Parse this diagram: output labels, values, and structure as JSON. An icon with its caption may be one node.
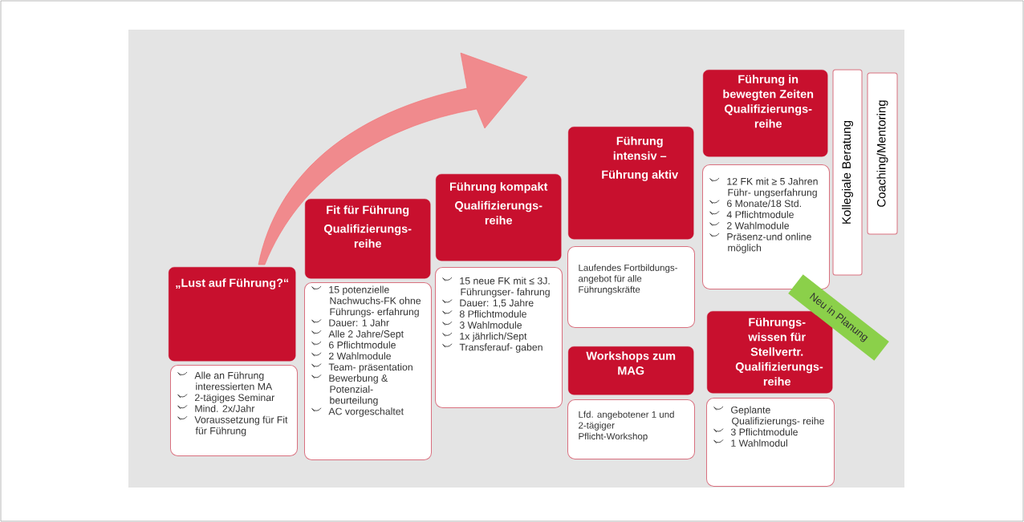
{
  "diagram": {
    "nodes": [
      {
        "text": [
          "„Lust auf Führung?“"
        ]
      },
      {
        "text": [
          "Alle an Führung interessierten MA",
          "2-tägiges Seminar",
          "Mind. 2x/Jahr",
          "Voraussetzung für Fit für Führung"
        ]
      },
      {
        "text": [
          "Fit für Führung",
          "Qualifizierungs- reihe"
        ]
      },
      {
        "text": [
          "15 potenzielle Nachwuchs-FK ohne Führungs- erfahrung",
          "Dauer: 1 Jahr",
          "Alle 2 Jahre/Sept",
          "6 Pflichtmodule",
          "2 Wahlmodule",
          "Team- präsentation",
          "Bewerbung & Potenzial- beurteilung",
          "AC vorgeschaltet"
        ]
      },
      {
        "text": [
          "Führung kompakt",
          "Qualifizierungs- reihe"
        ]
      },
      {
        "text": [
          "15 neue FK mit ≤ 3J. Führungser- fahrung",
          "Dauer: 1,5 Jahre",
          "8 Pflichtmodule",
          "3 Wahlmodule",
          "1x jährlich/Sept",
          "Transferauf- gaben"
        ]
      },
      {
        "text": [
          "Führung intensiv –",
          "Führung aktiv"
        ]
      },
      {
        "text": [
          "Laufendes Fortbildungs- angebot für alle Führungskräfte"
        ]
      },
      {
        "text": [
          "Workshops zum MAG"
        ]
      },
      {
        "text": [
          "Lfd. angebotener 1 und 2-tägiger Pflicht-Workshop"
        ]
      },
      {
        "text": [
          "Führung in bewegten Zeiten Qualifizierungs- reihe"
        ]
      },
      {
        "text": [
          "12 FK mit ≥ 5 Jahren Führ- ungserfahrung",
          "6 Monate/18 Std.",
          "4  Pflichtmodule",
          "2 Wahlmodule",
          "Präsenz-und online möglich"
        ]
      },
      {
        "text": [
          "Kollegiale Beratung"
        ]
      },
      {
        "text": [
          "Coaching/Mentoring"
        ]
      },
      {
        "text": [
          "Neu in Planung"
        ]
      },
      {
        "text": [
          "Führungs- wissen für Stellvertr. Qualifizierungs- reihe"
        ]
      },
      {
        "text": [
          "Geplante Qualifizierungs- reihe",
          "3 Pflichtmodule",
          "1 Wahlmodul"
        ]
      }
    ]
  }
}
